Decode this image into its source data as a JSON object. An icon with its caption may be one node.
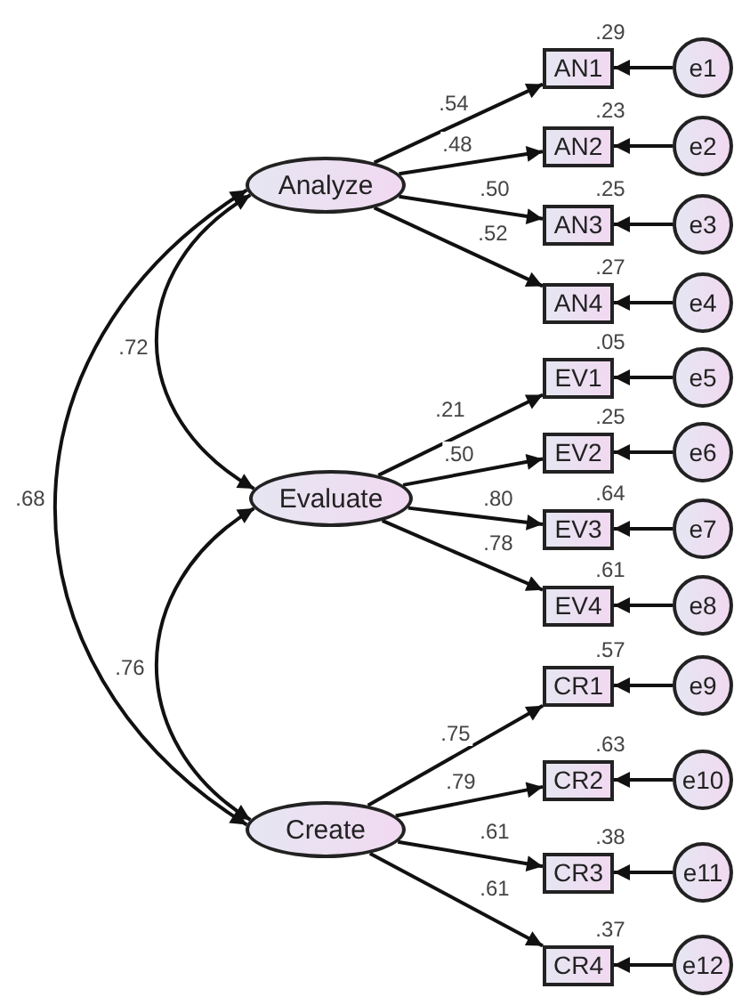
{
  "diagram": {
    "nodes": [
      {
        "text": [
          "Analyze"
        ]
      },
      {
        "text": [
          "Evaluate"
        ]
      },
      {
        "text": [
          "Create"
        ]
      },
      {
        "text": [
          "AN1"
        ],
        "beside": [
          ".29"
        ]
      },
      {
        "text": [
          "AN2"
        ],
        "beside": [
          ".23"
        ]
      },
      {
        "text": [
          "AN3"
        ],
        "beside": [
          ".25"
        ]
      },
      {
        "text": [
          "AN4"
        ],
        "beside": [
          ".27"
        ]
      },
      {
        "text": [
          "EV1"
        ],
        "beside": [
          ".05"
        ]
      },
      {
        "text": [
          "EV2"
        ],
        "beside": [
          ".25"
        ]
      },
      {
        "text": [
          "EV3"
        ],
        "beside": [
          ".64"
        ]
      },
      {
        "text": [
          "EV4"
        ],
        "beside": [
          ".61"
        ]
      },
      {
        "text": [
          "CR1"
        ],
        "beside": [
          ".57"
        ]
      },
      {
        "text": [
          "CR2"
        ],
        "beside": [
          ".63"
        ]
      },
      {
        "text": [
          "CR3"
        ],
        "beside": [
          ".38"
        ]
      },
      {
        "text": [
          "CR4"
        ],
        "beside": [
          ".37"
        ]
      },
      {
        "text": [
          "e1"
        ]
      },
      {
        "text": [
          "e2"
        ]
      },
      {
        "text": [
          "e3"
        ]
      },
      {
        "text": [
          "e4"
        ]
      },
      {
        "text": [
          "e5"
        ]
      },
      {
        "text": [
          "e6"
        ]
      },
      {
        "text": [
          "e7"
        ]
      },
      {
        "text": [
          "e8"
        ]
      },
      {
        "text": [
          "e9"
        ]
      },
      {
        "text": [
          "e10"
        ]
      },
      {
        "text": [
          "e11"
        ]
      },
      {
        "text": [
          "e12"
        ]
      }
    ],
    "edges": [
      {
        "from": 0,
        "to": 1,
        "arrow": "both",
        "label": ".72"
      },
      {
        "from": 0,
        "to": 2,
        "arrow": "both",
        "label": ".68"
      },
      {
        "from": 1,
        "to": 2,
        "arrow": "both",
        "label": ".76"
      },
      {
        "from": 0,
        "to": 3,
        "arrow": "to",
        "label": ".54"
      },
      {
        "from": 0,
        "to": 4,
        "arrow": "to",
        "label": ".48"
      },
      {
        "from": 0,
        "to": 5,
        "arrow": "to",
        "label": ".50"
      },
      {
        "from": 0,
        "to": 6,
        "arrow": "to",
        "label": ".52"
      },
      {
        "from": 1,
        "to": 7,
        "arrow": "to",
        "label": ".21"
      },
      {
        "from": 1,
        "to": 8,
        "arrow": "to",
        "label": ".50"
      },
      {
        "from": 1,
        "to": 9,
        "arrow": "to",
        "label": ".80"
      },
      {
        "from": 1,
        "to": 10,
        "arrow": "to",
        "label": ".78"
      },
      {
        "from": 2,
        "to": 11,
        "arrow": "to",
        "label": ".75"
      },
      {
        "from": 2,
        "to": 12,
        "arrow": "to",
        "label": ".79"
      },
      {
        "from": 2,
        "to": 13,
        "arrow": "to",
        "label": ".61"
      },
      {
        "from": 2,
        "to": 14,
        "arrow": "to",
        "label": ".61"
      },
      {
        "from": 15,
        "to": 3,
        "arrow": "to"
      },
      {
        "from": 16,
        "to": 4,
        "arrow": "to"
      },
      {
        "from": 17,
        "to": 5,
        "arrow": "to"
      },
      {
        "from": 18,
        "to": 6,
        "arrow": "to"
      },
      {
        "from": 19,
        "to": 7,
        "arrow": "to"
      },
      {
        "from": 20,
        "to": 8,
        "arrow": "to"
      },
      {
        "from": 21,
        "to": 9,
        "arrow": "to"
      },
      {
        "from": 22,
        "to": 10,
        "arrow": "to"
      },
      {
        "from": 23,
        "to": 11,
        "arrow": "to"
      },
      {
        "from": 24,
        "to": 12,
        "arrow": "to"
      },
      {
        "from": 25,
        "to": 13,
        "arrow": "to"
      },
      {
        "from": 26,
        "to": 14,
        "arrow": "to"
      }
    ]
  }
}
